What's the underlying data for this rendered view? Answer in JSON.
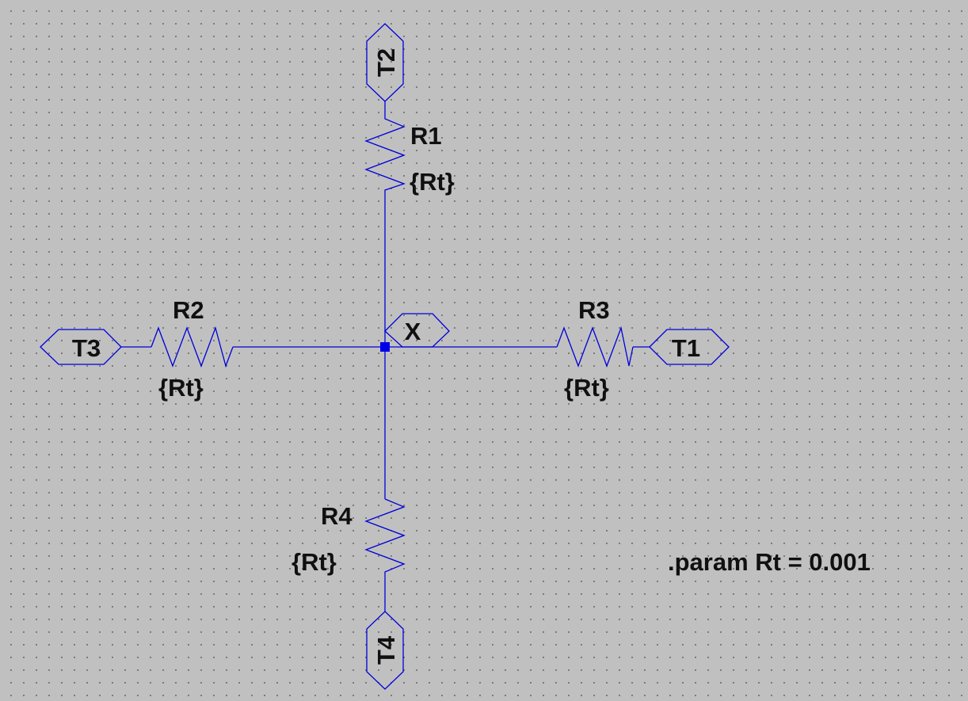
{
  "colors": {
    "background": "#c0c0c0",
    "wire": "#0000d8",
    "text": "#101010"
  },
  "ports": {
    "t1": "T1",
    "t2": "T2",
    "t3": "T3",
    "t4": "T4",
    "x": "X"
  },
  "resistors": {
    "r1": {
      "name": "R1",
      "value": "{Rt}"
    },
    "r2": {
      "name": "R2",
      "value": "{Rt}"
    },
    "r3": {
      "name": "R3",
      "value": "{Rt}"
    },
    "r4": {
      "name": "R4",
      "value": "{Rt}"
    }
  },
  "directive": ".param Rt = 0.001"
}
